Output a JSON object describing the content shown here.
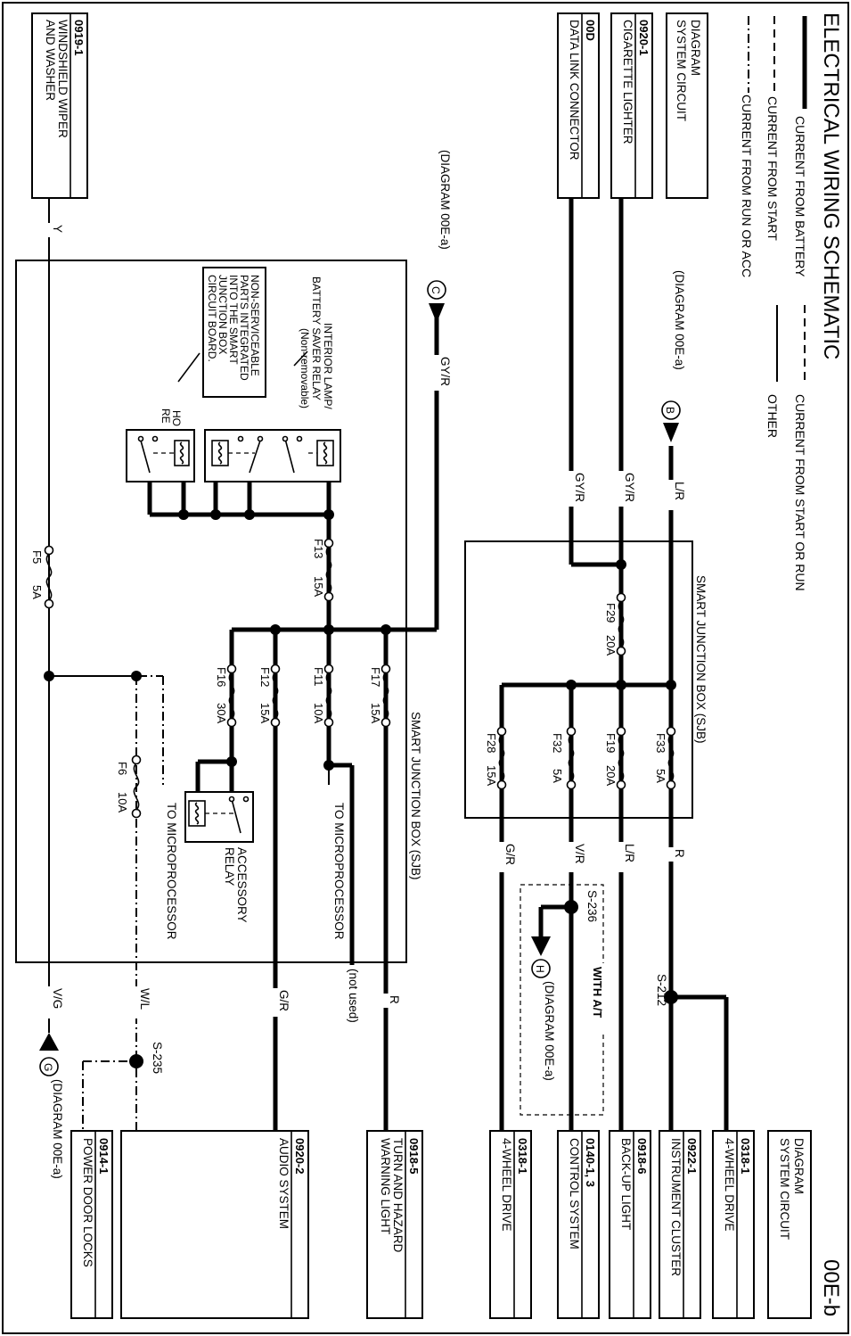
{
  "title": "ELECTRICAL WIRING SCHEMATIC",
  "page_code": "00E-b",
  "legend": {
    "battery": "CURRENT FROM BATTERY",
    "start": "CURRENT FROM START",
    "run_acc": "CURRENT FROM RUN OR ACC",
    "start_run": "CURRENT FROM START OR RUN",
    "other": "OTHER"
  },
  "header_box": {
    "line1": "DIAGRAM",
    "line2": "SYSTEM CIRCUIT"
  },
  "top_components": [
    {
      "code": "0920-1",
      "name": "CIGARETTE LIGHTER"
    },
    {
      "code": "00D",
      "name": "DATA LINK CONNECTOR"
    },
    {
      "code": "0919-1",
      "name": "WINDSHIELD WIPER",
      "name2": "AND WASHER"
    }
  ],
  "bottom_components": [
    {
      "code": "0318-1",
      "name": "4-WHEEL DRIVE"
    },
    {
      "code": "0922-1",
      "name": "INSTRUMENT CLUSTER"
    },
    {
      "code": "0918-6",
      "name": "BACK-UP LIGHT"
    },
    {
      "code": "0140-1, 3",
      "name": "CONTROL SYSTEM"
    },
    {
      "code": "0318-1",
      "name": "4-WHEEL DRIVE"
    },
    {
      "code": "0918-5",
      "name": "TURN AND HAZARD",
      "name2": "WARNING LIGHT"
    },
    {
      "code": "0920-2",
      "name": "AUDIO SYSTEM"
    },
    {
      "code": "0914-1",
      "name": "POWER DOOR LOCKS"
    }
  ],
  "sjb_label": "SMART JUNCTION BOX (SJB)",
  "connectors": {
    "B": {
      "letter": "B",
      "ref": "(DIAGRAM 00E-a)"
    },
    "C": {
      "letter": "C",
      "ref": "(DIAGRAM 00E-a)"
    },
    "H": {
      "letter": "H",
      "ref": "(DIAGRAM 00E-a)"
    },
    "G": {
      "letter": "G",
      "ref": "(DIAGRAM 00E-a)"
    }
  },
  "wire_colors": {
    "lr": "L/R",
    "gyr1": "GY/R",
    "gyr2": "GY/R",
    "gyr3": "GY/R",
    "r1": "R",
    "lr2": "L/R",
    "vr": "V/R",
    "gr1": "G/R",
    "r2": "R",
    "gr2": "G/R",
    "wl": "W/L",
    "vg": "V/G",
    "y": "Y"
  },
  "splices": {
    "s212": "S-212",
    "s236": "S-236",
    "s235": "S-235"
  },
  "fuses": [
    {
      "name": "F29",
      "rating": "20A"
    },
    {
      "name": "F33",
      "rating": "5A"
    },
    {
      "name": "F19",
      "rating": "20A"
    },
    {
      "name": "F32",
      "rating": "5A"
    },
    {
      "name": "F28",
      "rating": "15A"
    },
    {
      "name": "F13",
      "rating": "15A"
    },
    {
      "name": "F17",
      "rating": "15A"
    },
    {
      "name": "F11",
      "rating": "10A"
    },
    {
      "name": "F12",
      "rating": "15A"
    },
    {
      "name": "F16",
      "rating": "30A"
    },
    {
      "name": "F5",
      "rating": "5A"
    },
    {
      "name": "F6",
      "rating": "10A"
    }
  ],
  "notes": {
    "interior_lamp": "INTERIOR LAMP/",
    "battery_saver": "BATTERY SAVER RELAY",
    "non_removable": "(Non-removable)",
    "nonservice": [
      "NON-SERVICEABLE",
      "PARTS INTEGRATED",
      "INTO THE SMART",
      "JUNCTION BOX",
      "CIRCUIT BOARD."
    ],
    "ho": "HO",
    "re": "RE",
    "to_micro": "TO MICROPROCESSOR",
    "not_used": "(not used)",
    "accessory_relay": [
      "ACCESSORY",
      "RELAY"
    ],
    "with_at": "WITH A/T"
  }
}
